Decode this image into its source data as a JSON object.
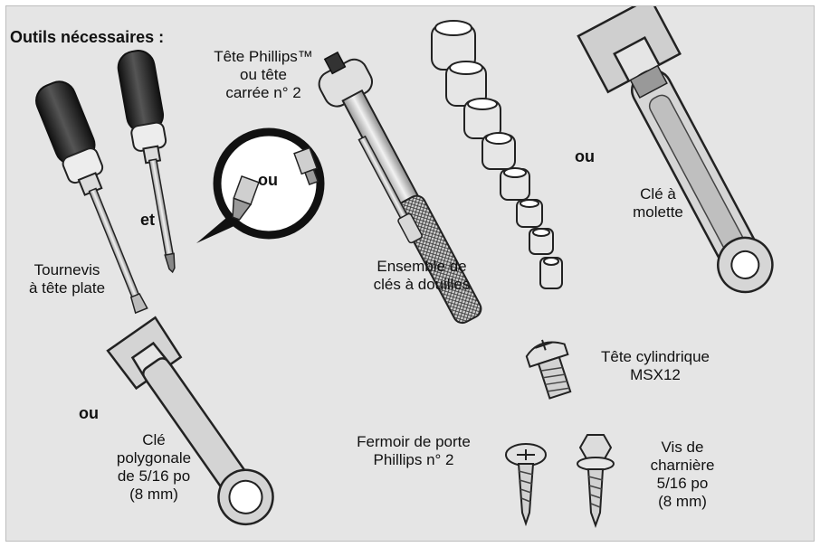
{
  "title": "Outils nécessaires :",
  "labels": {
    "phillips": "Tête Phillips™\nou tête\ncarrée n° 2",
    "et": "et",
    "ou_bits": "ou",
    "flat_screwdriver": "Tournevis\nà tête plate",
    "socket_set": "Ensemble de\nclés à douilles",
    "ou_wrench": "ou",
    "adjustable_wrench": "Clé à\nmolette",
    "ou_combination": "ou",
    "combination_wrench": "Clé\npolygonale\nde 5/16 po\n(8 mm)",
    "pan_head_screw": "Tête cylindrique\nMSX12",
    "door_clasp": "Fermoir de porte\nPhillips n° 2",
    "hinge_screw": "Vis de\ncharnière\n5/16 po\n(8 mm)"
  },
  "colors": {
    "background": "#e5e5e5",
    "tool_fill": "#d9d9d9",
    "outline": "#222222",
    "handle": "#2a2a2a"
  }
}
